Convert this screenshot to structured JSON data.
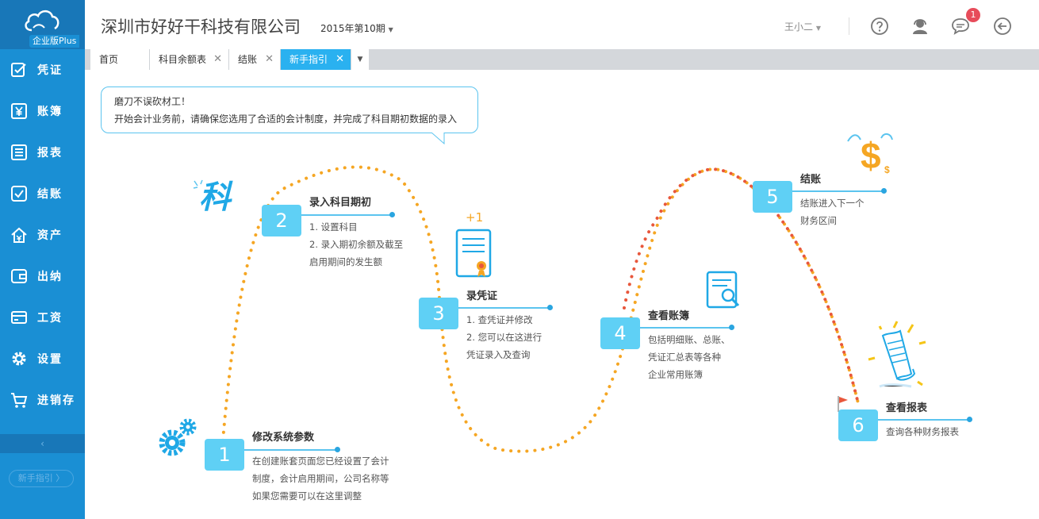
{
  "sidebar": {
    "edition_badge": "企业版Plus",
    "items": [
      {
        "label": "凭证",
        "icon": "voucher-edit-icon"
      },
      {
        "label": "账簿",
        "icon": "ledger-yen-icon"
      },
      {
        "label": "报表",
        "icon": "report-list-icon"
      },
      {
        "label": "结账",
        "icon": "checkout-check-icon"
      },
      {
        "label": "资产",
        "icon": "asset-house-icon"
      },
      {
        "label": "出纳",
        "icon": "cashier-wallet-icon"
      },
      {
        "label": "工资",
        "icon": "salary-card-icon"
      },
      {
        "label": "设置",
        "icon": "gear-icon"
      },
      {
        "label": "进销存",
        "icon": "cart-icon"
      }
    ],
    "collapse_label": "‹",
    "guide_button": "新手指引 〉"
  },
  "header": {
    "company": "深圳市好好干科技有限公司",
    "period": "2015年第10期",
    "user": "王小二",
    "notification_count": "1"
  },
  "tabs": [
    {
      "label": "首页",
      "closable": false
    },
    {
      "label": "科目余额表",
      "closable": true
    },
    {
      "label": "结账",
      "closable": true
    },
    {
      "label": "新手指引",
      "closable": true,
      "active": true
    }
  ],
  "tab_close_glyph": "✕",
  "tab_more_glyph": "▼",
  "guide": {
    "tip_line1": "磨刀不误砍材工！",
    "tip_line2": "开始会计业务前，请确保您选用了合适的会计制度，并完成了科目期初数据的录入",
    "subject_glyph": "科",
    "plus_one": "+1",
    "steps": [
      {
        "number": "1",
        "title": "修改系统参数",
        "desc": [
          "在创建账套页面您已经设置了会计",
          "制度，会计启用期间，公司名称等",
          "如果您需要可以在这里调整"
        ]
      },
      {
        "number": "2",
        "title": "录入科目期初",
        "desc": [
          "1. 设置科目",
          "2. 录入期初余额及截至",
          "启用期间的发生额"
        ]
      },
      {
        "number": "3",
        "title": "录凭证",
        "desc": [
          "1. 查凭证并修改",
          "2. 您可以在这进行",
          "凭证录入及查询"
        ]
      },
      {
        "number": "4",
        "title": "查看账簿",
        "desc": [
          "包括明细账、总账、",
          "凭证汇总表等各种",
          "企业常用账簿"
        ]
      },
      {
        "number": "5",
        "title": "结账",
        "desc": [
          "结账进入下一个",
          "财务区间"
        ]
      },
      {
        "number": "6",
        "title": "查看报表",
        "desc": [
          "查询各种财务报表"
        ]
      }
    ]
  },
  "colors": {
    "sidebar": "#1a8fd4",
    "accent": "#5fd0f5",
    "path_orange": "#f5a623",
    "path_red": "#e8573c"
  }
}
